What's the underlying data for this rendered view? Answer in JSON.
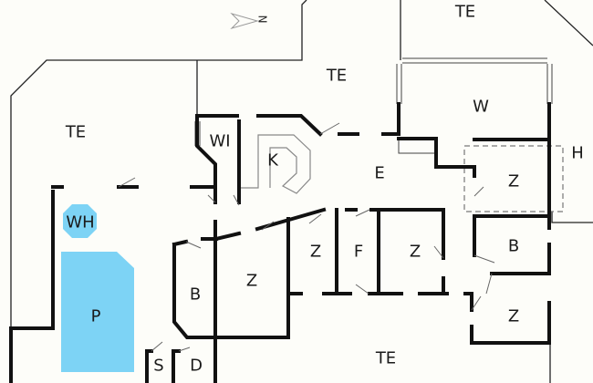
{
  "compass": {
    "label": "N"
  },
  "rooms": [
    {
      "id": "terrace-west",
      "label": "TE"
    },
    {
      "id": "terrace-north",
      "label": "TE"
    },
    {
      "id": "terrace-northeast",
      "label": "TE"
    },
    {
      "id": "terrace-south",
      "label": "TE"
    },
    {
      "id": "winter-garden",
      "label": "W"
    },
    {
      "id": "utility",
      "label": "WI"
    },
    {
      "id": "kitchen",
      "label": "K"
    },
    {
      "id": "living",
      "label": "E"
    },
    {
      "id": "h-zone",
      "label": "H"
    },
    {
      "id": "bedroom-east",
      "label": "Z"
    },
    {
      "id": "whirlpool",
      "label": "WH"
    },
    {
      "id": "pool",
      "label": "P"
    },
    {
      "id": "bath-west",
      "label": "B"
    },
    {
      "id": "bedroom-west",
      "label": "Z"
    },
    {
      "id": "bedroom-mid1",
      "label": "Z"
    },
    {
      "id": "f-room",
      "label": "F"
    },
    {
      "id": "bedroom-mid2",
      "label": "Z"
    },
    {
      "id": "bath-east",
      "label": "B"
    },
    {
      "id": "bedroom-southeast",
      "label": "Z"
    },
    {
      "id": "sauna",
      "label": "S"
    },
    {
      "id": "shower",
      "label": "D"
    }
  ],
  "colors": {
    "pool": "#7dd3f5",
    "wall": "#111111",
    "background": "#fdfdf9"
  }
}
